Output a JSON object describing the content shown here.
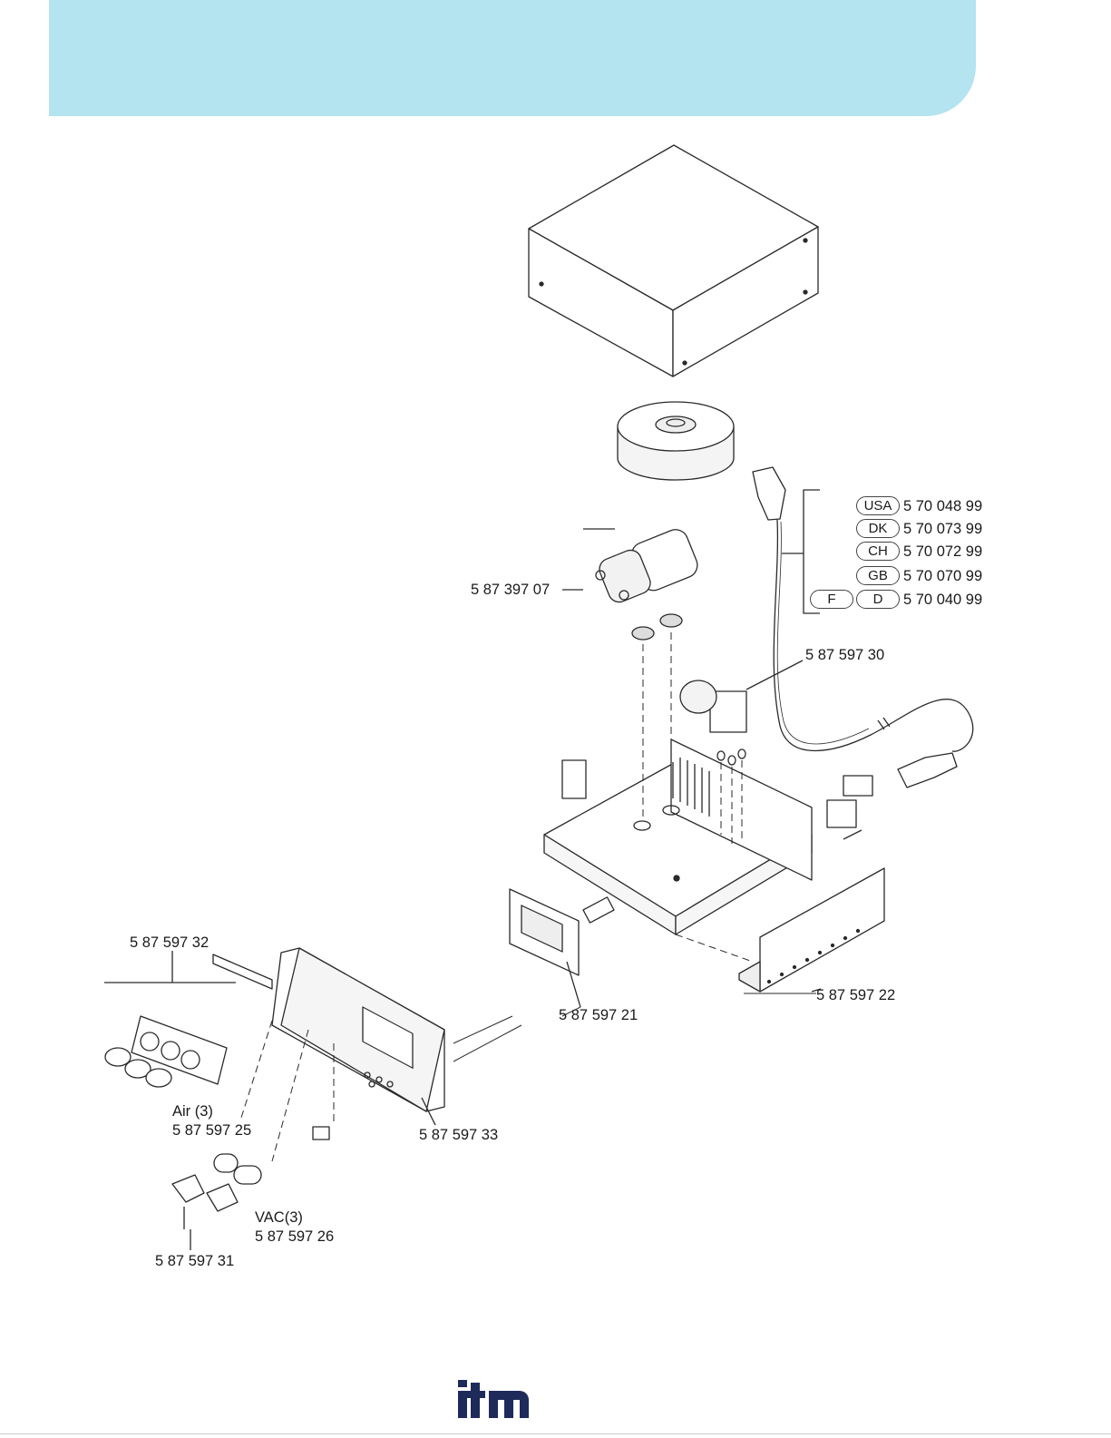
{
  "labels": {
    "motor": "5 87 397 07",
    "transformer": "5 87 597 30",
    "panel_left": "5 87 597 32",
    "display_board": "5 87 597 21",
    "side_cover": "5 87 597 22",
    "air_name": "Air (3)",
    "air_code": "5 87 597 25",
    "front_panel": "5 87 597 33",
    "vac_name": "VAC(3)",
    "vac_code": "5 87 597 26",
    "connectors": "5 87 597 31"
  },
  "cords": [
    {
      "country": "USA",
      "code": "5 70 048 99"
    },
    {
      "country": "DK",
      "code": "5 70 073 99"
    },
    {
      "country": "CH",
      "code": "5 70 072 99"
    },
    {
      "country": "GB",
      "code": "5 70 070 99"
    },
    {
      "country2": "F",
      "country": "D",
      "code": "5 70 040 99"
    }
  ],
  "logo_text": "itm",
  "colors": {
    "header": "#b3e4f0",
    "line": "#2a2a2a"
  }
}
